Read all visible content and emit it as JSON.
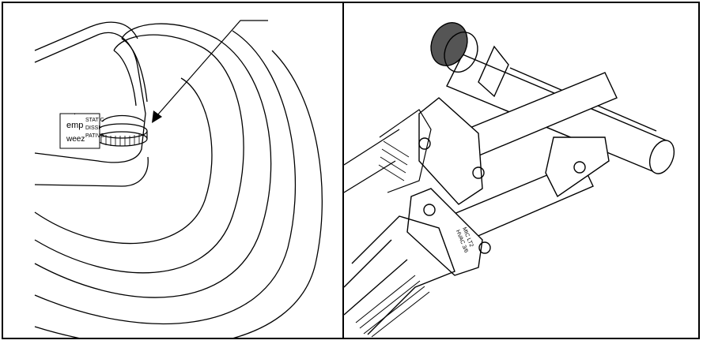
{
  "figure": {
    "left_panel": {
      "logo_line1": "emp",
      "logo_line2": "weez",
      "label_lines": [
        "STATIC",
        "DISSI-",
        "PATIVE"
      ]
    },
    "right_panel": {
      "clip_text_line1": "MIC LT2",
      "clip_text_line2": "HVAC 3/6"
    },
    "colors": {
      "ink": "#000000",
      "paper": "#ffffff",
      "stipple": "#555555"
    }
  }
}
